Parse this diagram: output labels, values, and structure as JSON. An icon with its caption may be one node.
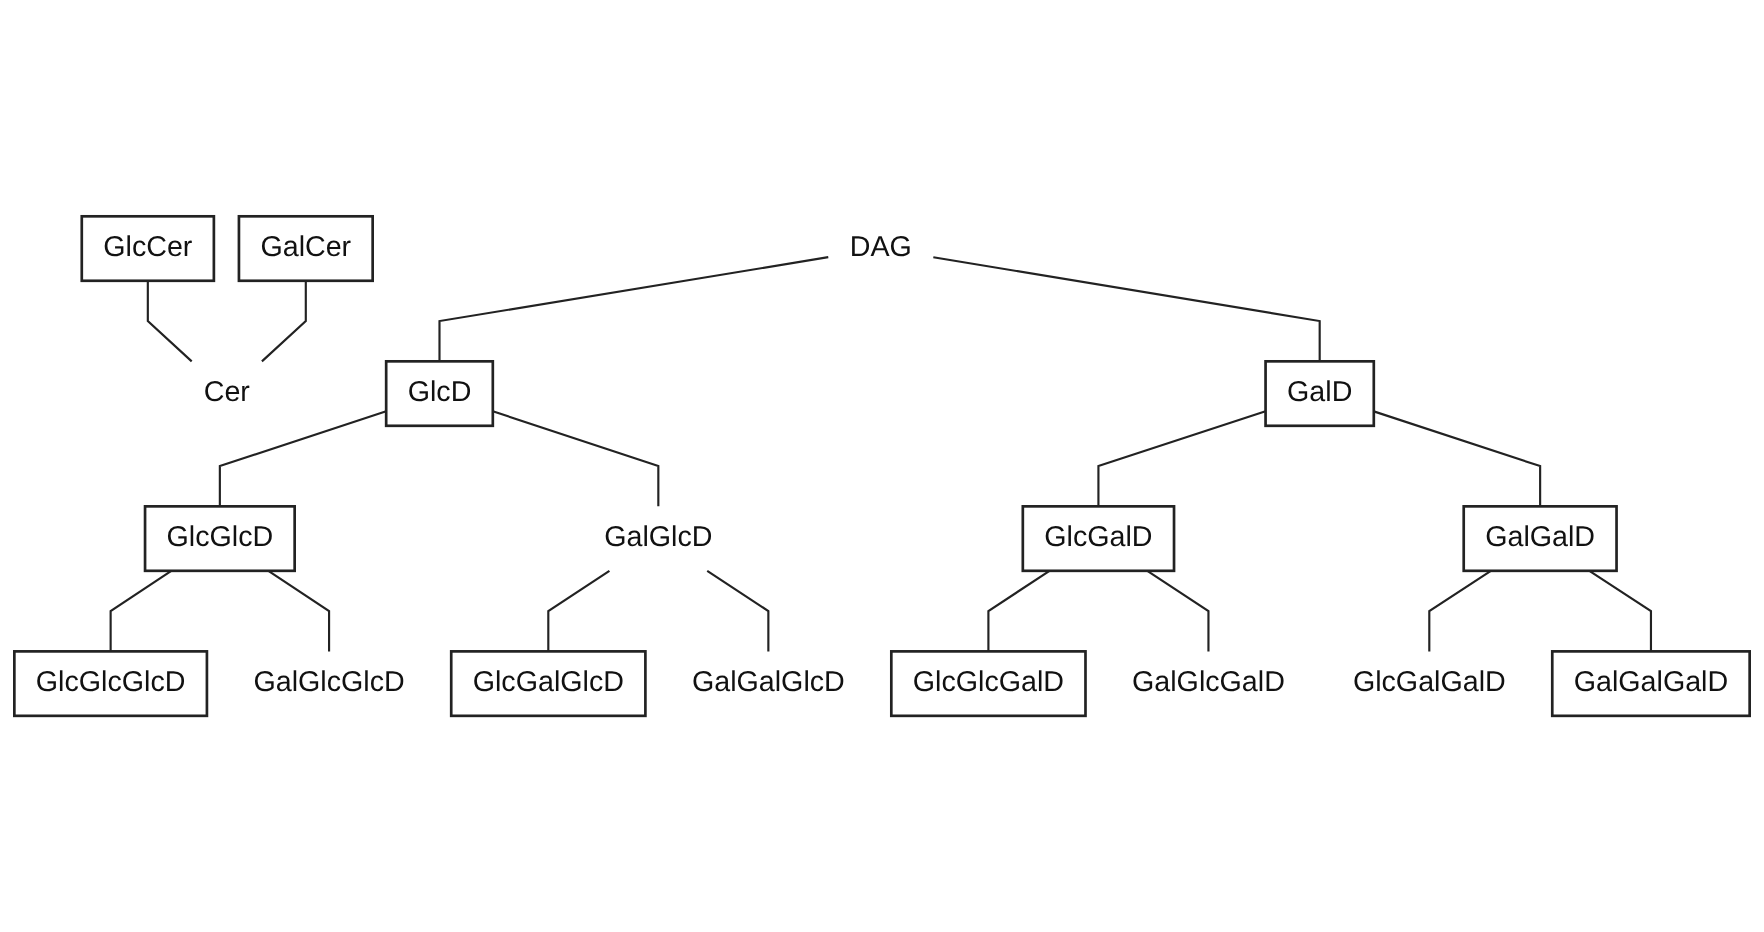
{
  "diagram": {
    "nodes": [
      {
        "text": [
          "GlcCer"
        ]
      },
      {
        "text": [
          "GalCer"
        ]
      },
      {
        "text": [
          "Cer"
        ]
      },
      {
        "text": [
          "DAG"
        ]
      },
      {
        "text": [
          "GlcD"
        ]
      },
      {
        "text": [
          "GalD"
        ]
      },
      {
        "text": [
          "GlcGlcD"
        ]
      },
      {
        "text": [
          "GalGlcD"
        ]
      },
      {
        "text": [
          "GlcGalD"
        ]
      },
      {
        "text": [
          "GalGalD"
        ]
      },
      {
        "text": [
          "GlcGlcGlcD"
        ]
      },
      {
        "text": [
          "GalGlcGlcD"
        ]
      },
      {
        "text": [
          "GlcGalGlcD"
        ]
      },
      {
        "text": [
          "GalGalGlcD"
        ]
      },
      {
        "text": [
          "GlcGlcGalD"
        ]
      },
      {
        "text": [
          "GalGlcGalD"
        ]
      },
      {
        "text": [
          "GlcGalGalD"
        ]
      },
      {
        "text": [
          "GalGalGalD"
        ]
      }
    ],
    "edges": [
      {
        "from": 0,
        "to": 2,
        "arrow": "none"
      },
      {
        "from": 1,
        "to": 2,
        "arrow": "none"
      },
      {
        "from": 3,
        "to": 4,
        "arrow": "none"
      },
      {
        "from": 3,
        "to": 5,
        "arrow": "none"
      },
      {
        "from": 4,
        "to": 6,
        "arrow": "none"
      },
      {
        "from": 4,
        "to": 7,
        "arrow": "none"
      },
      {
        "from": 5,
        "to": 8,
        "arrow": "none"
      },
      {
        "from": 5,
        "to": 9,
        "arrow": "none"
      },
      {
        "from": 6,
        "to": 10,
        "arrow": "none"
      },
      {
        "from": 6,
        "to": 11,
        "arrow": "none"
      },
      {
        "from": 7,
        "to": 12,
        "arrow": "none"
      },
      {
        "from": 7,
        "to": 13,
        "arrow": "none"
      },
      {
        "from": 8,
        "to": 14,
        "arrow": "none"
      },
      {
        "from": 8,
        "to": 15,
        "arrow": "none"
      },
      {
        "from": 9,
        "to": 16,
        "arrow": "none"
      },
      {
        "from": 9,
        "to": 17,
        "arrow": "none"
      }
    ]
  }
}
